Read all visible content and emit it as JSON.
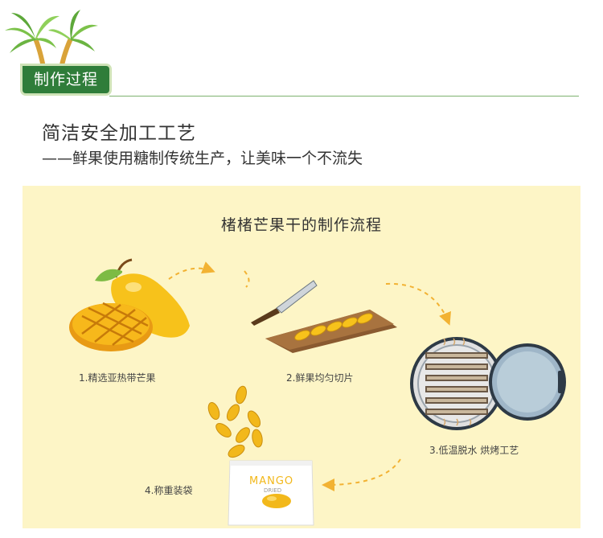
{
  "header": {
    "badge": "制作过程",
    "heading": "简洁安全加工工艺",
    "subheading": "——鲜果使用糖制传统生产，让美味一个不流失"
  },
  "process": {
    "title": "楮楮芒果干的制作流程",
    "steps": [
      {
        "label": "1.精选亚热带芒果"
      },
      {
        "label": "2.鲜果均匀切片"
      },
      {
        "label": "3.低温脱水 烘烤工艺"
      },
      {
        "label": "4.称重装袋"
      }
    ]
  },
  "package": {
    "brand": "MANGO",
    "sub": "DRIED"
  },
  "colors": {
    "green": "#2f7d3a",
    "panel": "#fdf5c6",
    "mango": "#f7c21b",
    "arrow": "#f2b233"
  }
}
